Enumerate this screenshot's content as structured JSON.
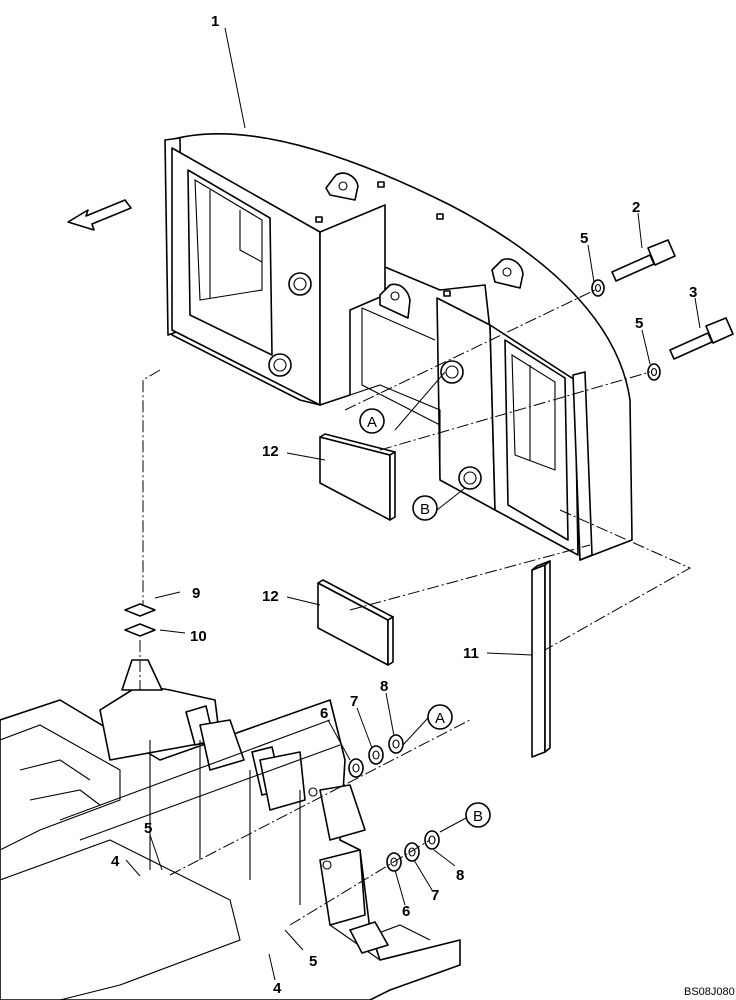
{
  "diagram": {
    "part_numbers": {
      "p1": "1",
      "p2": "2",
      "p3": "3",
      "p4": "4",
      "p5": "5",
      "p6": "6",
      "p7": "7",
      "p8": "8",
      "p9": "9",
      "p10": "10",
      "p11": "11",
      "p12": "12"
    },
    "reference_marks": {
      "a": "A",
      "b": "B"
    },
    "drawing_code": "BS08J080"
  }
}
